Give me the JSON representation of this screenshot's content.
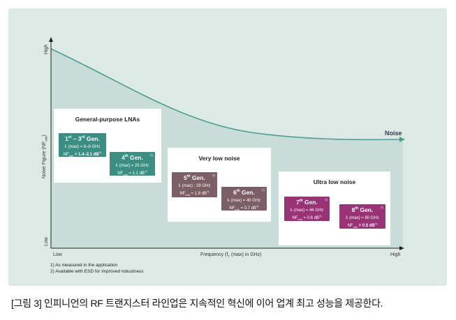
{
  "axes": {
    "y_label": "Noise Figure (NF",
    "y_label_sub": "min",
    "y_label_close": ")",
    "y_high": "High",
    "y_low": "Low",
    "x_label": "Frequency (f",
    "x_label_sub": "T",
    "x_label_rest": " (max) in GHz)",
    "x_low": "Low",
    "x_high": "High"
  },
  "curve_label": "Noise",
  "panels": [
    {
      "title": "General-purpose LNAs"
    },
    {
      "title": "Very low noise"
    },
    {
      "title": "Ultra low noise"
    }
  ],
  "generations": [
    {
      "num": "1",
      "sup1": "st",
      "dash": " – ",
      "num2": "3",
      "sup2": "rd",
      "suffix": " Gen.",
      "ft": "fₜ (max) = 6–8 GHz",
      "nf_pre": "NF",
      "nf_sub": "min",
      "nf_val": " = 1.4–2.1 dB",
      "nf_note": "1)",
      "mark": ""
    },
    {
      "num": "4",
      "sup": "th",
      "suffix": " Gen.",
      "ft": "fₜ (max) = 25 GHz",
      "nf_pre": "NF",
      "nf_sub": "min",
      "nf_val": " = 1.1 dB",
      "nf_note": "1)",
      "mark": "2)"
    },
    {
      "num": "5",
      "sup": "th",
      "suffix": " Gen.",
      "ft": "fₜ (max) : 29 GHz",
      "nf_pre": "NF",
      "nf_sub": "min",
      "nf_val": " = 1.9 dB",
      "nf_note": "1)",
      "mark": "2)"
    },
    {
      "num": "6",
      "sup": "th",
      "suffix": " Gen.",
      "ft": "fₜ (max) = 40 GHz",
      "nf_pre": "NF",
      "nf_sub": "min",
      "nf_val": " = 0.7 dB",
      "nf_note": "1)",
      "mark": "2)"
    },
    {
      "num": "7",
      "sup": "th",
      "suffix": " Gen.",
      "ft": "fₜ (max) = 44 GHz",
      "nf_pre": "NF",
      "nf_sub": "min",
      "nf_val": " = 0.6 dB",
      "nf_note": "1)",
      "mark": "2)"
    },
    {
      "num": "8",
      "sup": "th",
      "suffix": " Gen.",
      "ft": "fₜ (max) = 80 GHz",
      "nf_pre": "NF",
      "nf_sub": "min",
      "nf_val": " = 0.5 dB",
      "nf_note": "1)",
      "mark": "2)"
    }
  ],
  "footnotes": [
    "1) As measured in the application",
    "2) Available with ESD for improved robustness"
  ],
  "caption": "[그림 3] 인피니언의 RF 트랜지스터 라인업은 지속적인 혁신에 이어 업계 최고 성능을 제공한다.",
  "colors": {
    "background": "#dde9e5",
    "curve": "#4a9e93",
    "teal_box": "#3b8f82",
    "mauve_box": "#7b5e66",
    "magenta_box": "#9a3276"
  }
}
